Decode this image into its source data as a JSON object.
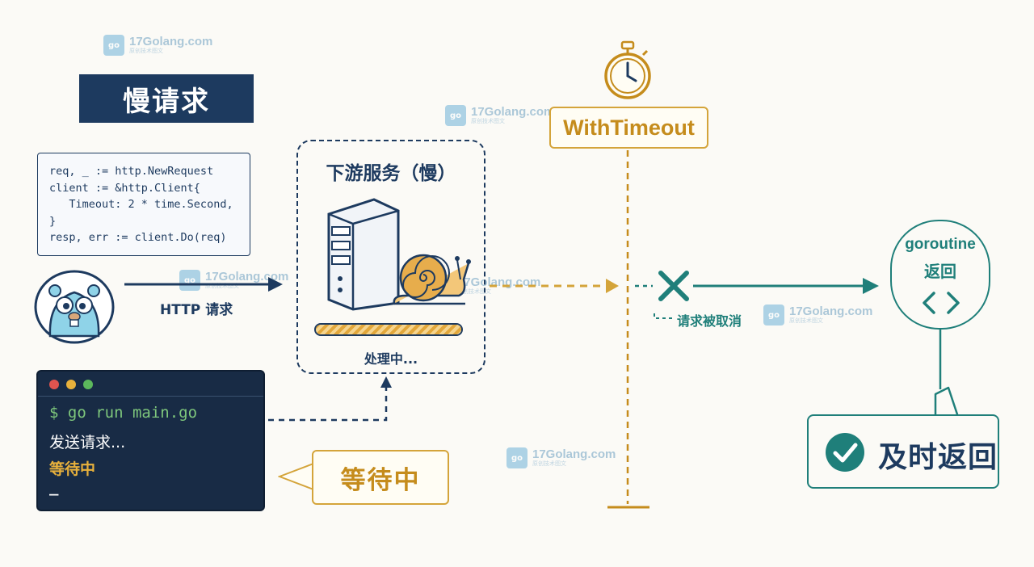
{
  "title": "慢请求",
  "code_lines": [
    "req, _ := http.NewRequest",
    "client := &http.Client{",
    "   Timeout: 2 * time.Second,",
    "}",
    "resp, err := client.Do(req)"
  ],
  "http_label": "HTTP 请求",
  "terminal": {
    "cmd": "$ go run main.go",
    "line2": "发送请求...",
    "line3": "等待中",
    "cursor": "_"
  },
  "wait_callout": "等待中",
  "service": {
    "title": "下游服务（慢）",
    "status": "处理中...",
    "progress": 1.0
  },
  "timeout_label": "WithTimeout",
  "cancel_label": "请求被取消",
  "goroutine": {
    "line1": "goroutine",
    "line2": "返回"
  },
  "return_label": "及时返回",
  "watermark": {
    "site": "17Golang.com",
    "tag": "原创技术图文",
    "logo": "go"
  },
  "colors": {
    "navy": "#1d3a5f",
    "gold": "#d4a43a",
    "teal": "#1f7f7a",
    "terminal_bg": "#182b45",
    "term_green": "#7ec77c",
    "term_yellow": "#e8b13c"
  },
  "icons": [
    "gopher-avatar-icon",
    "server-icon",
    "snail-icon",
    "stopwatch-icon",
    "cross-icon",
    "code-brackets-icon",
    "check-circle-icon"
  ]
}
